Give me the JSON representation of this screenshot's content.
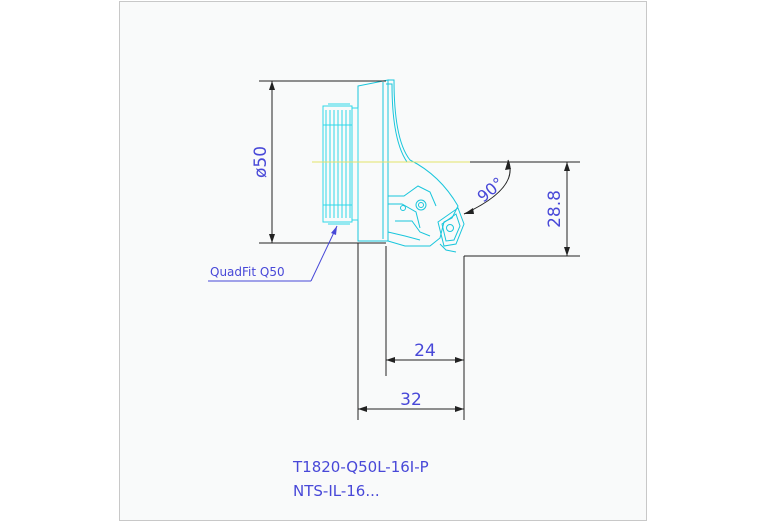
{
  "drawing": {
    "part_number": "T1820-Q50L-16I-P",
    "insert_code": "NTS-IL-16...",
    "adapter_label": "QuadFit Q50",
    "dimensions": {
      "diameter": "ø50",
      "height": "28.8",
      "angle": "90°",
      "length_inner": "24",
      "length_outer": "32"
    }
  },
  "colors": {
    "paper": "#ffffff",
    "frame": "#c8c8c8",
    "dimension_lines": "#222222",
    "dimension_text": "#4848d8",
    "tool_body": "#19c6dc",
    "adapter": "#30d8e8",
    "center_line": "#e4e46a",
    "leader": "#4848d8"
  }
}
